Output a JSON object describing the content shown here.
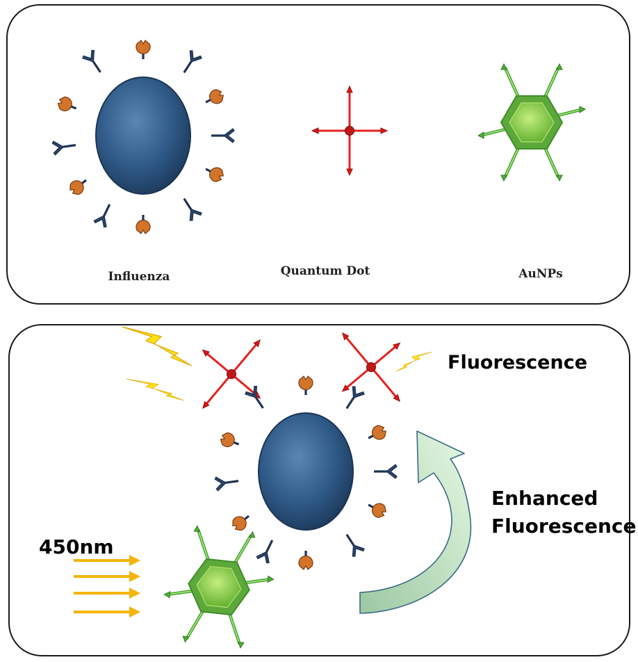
{
  "top_panel": {
    "influenza_label": "Influenza",
    "quantum_dot_label": "Quantum Dot",
    "aunps_label": "AuNPs"
  },
  "bottom_panel": {
    "fluorescence_label": "Fluorescence",
    "enhanced_line1": "Enhanced",
    "enhanced_line2": "Fluorescence",
    "wavelength_label": "450nm"
  },
  "colors": {
    "virus_body": "#2e5a87",
    "virus_outline": "#1c3553",
    "antibody_navy": "#243b5c",
    "receptor_orange": "#d2742a",
    "quantum_dot_red": "#e52121",
    "aunp_green": "#7fcc3f",
    "aunp_outline": "#3e8e2a",
    "lightning_yellow": "#ffe21a",
    "excitation_arrow": "#f5b50c",
    "curved_arrow_fill": "#c7ecc4",
    "curved_arrow_outline": "#3a6a86"
  },
  "icons": [
    "influenza-virus-icon",
    "quantum-dot-icon",
    "gold-nanoparticle-icon",
    "lightning-icon",
    "excitation-arrow-icon",
    "curved-arrow-icon"
  ]
}
